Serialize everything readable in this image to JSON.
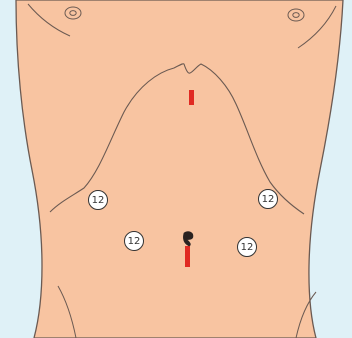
{
  "colors": {
    "background": "#dff1f7",
    "skin": "#f8c4a1",
    "outline": "#6b5a52",
    "incision": "#e02a22",
    "marker_fill": "#ffffff",
    "marker_stroke": "#333333"
  },
  "figure": {
    "subject": "abdomen-anterior-view",
    "incisions": [
      {
        "name": "upper-midline-incision"
      },
      {
        "name": "lower-midline-incision"
      }
    ],
    "port_markers": [
      {
        "name": "port-marker-left-upper",
        "label": "12"
      },
      {
        "name": "port-marker-right-upper",
        "label": "12"
      },
      {
        "name": "port-marker-left-lower",
        "label": "12"
      },
      {
        "name": "port-marker-right-lower",
        "label": "12"
      }
    ]
  }
}
